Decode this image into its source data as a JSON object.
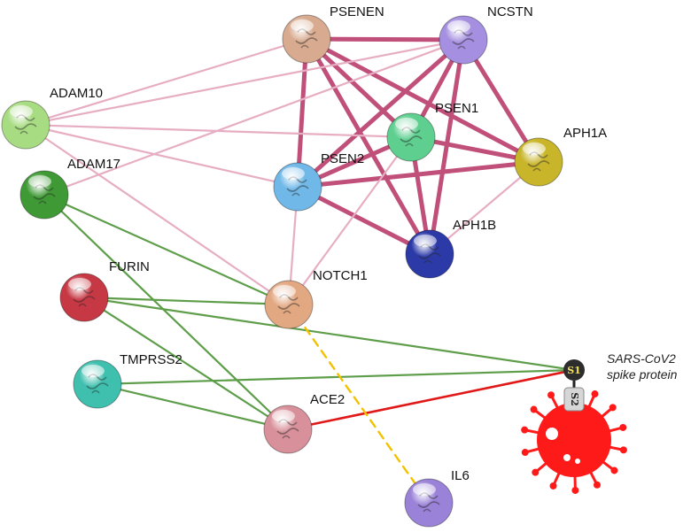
{
  "nodes": [
    {
      "id": "PSENEN",
      "label": "PSENEN",
      "color": "#d8aa8f"
    },
    {
      "id": "NCSTN",
      "label": "NCSTN",
      "color": "#a58fe0"
    },
    {
      "id": "ADAM10",
      "label": "ADAM10",
      "color": "#a8dc82"
    },
    {
      "id": "PSEN1",
      "label": "PSEN1",
      "color": "#5fcf90"
    },
    {
      "id": "APH1A",
      "label": "APH1A",
      "color": "#c8b52a"
    },
    {
      "id": "ADAM17",
      "label": "ADAM17",
      "color": "#3f9a35"
    },
    {
      "id": "PSEN2",
      "label": "PSEN2",
      "color": "#6fb8e8"
    },
    {
      "id": "APH1B",
      "label": "APH1B",
      "color": "#2c3aa8"
    },
    {
      "id": "FURIN",
      "label": "FURIN",
      "color": "#c63844"
    },
    {
      "id": "NOTCH1",
      "label": "NOTCH1",
      "color": "#e2a882"
    },
    {
      "id": "TMPRSS2",
      "label": "TMPRSS2",
      "color": "#3fbfae"
    },
    {
      "id": "ACE2",
      "label": "ACE2",
      "color": "#d8909a"
    },
    {
      "id": "IL6",
      "label": "IL6",
      "color": "#9a82d8"
    }
  ],
  "edges": [
    {
      "from": "PSENEN",
      "to": "NCSTN",
      "type": "strong"
    },
    {
      "from": "PSENEN",
      "to": "PSEN1",
      "type": "strong"
    },
    {
      "from": "PSENEN",
      "to": "APH1A",
      "type": "strong"
    },
    {
      "from": "PSENEN",
      "to": "PSEN2",
      "type": "strong"
    },
    {
      "from": "PSENEN",
      "to": "APH1B",
      "type": "strong"
    },
    {
      "from": "NCSTN",
      "to": "PSEN1",
      "type": "strong"
    },
    {
      "from": "NCSTN",
      "to": "APH1A",
      "type": "strong"
    },
    {
      "from": "NCSTN",
      "to": "PSEN2",
      "type": "strong"
    },
    {
      "from": "NCSTN",
      "to": "APH1B",
      "type": "strong"
    },
    {
      "from": "PSEN1",
      "to": "APH1A",
      "type": "strong"
    },
    {
      "from": "PSEN1",
      "to": "APH1B",
      "type": "strong"
    },
    {
      "from": "PSEN1",
      "to": "PSEN2",
      "type": "strong"
    },
    {
      "from": "APH1A",
      "to": "PSEN2",
      "type": "strong"
    },
    {
      "from": "PSEN2",
      "to": "APH1B",
      "type": "strong"
    },
    {
      "from": "APH1A",
      "to": "APH1B",
      "type": "weak"
    },
    {
      "from": "ADAM10",
      "to": "PSENEN",
      "type": "weak"
    },
    {
      "from": "ADAM10",
      "to": "NCSTN",
      "type": "weak"
    },
    {
      "from": "ADAM10",
      "to": "PSEN1",
      "type": "weak"
    },
    {
      "from": "ADAM10",
      "to": "PSEN2",
      "type": "weak"
    },
    {
      "from": "ADAM10",
      "to": "NOTCH1",
      "type": "weak"
    },
    {
      "from": "ADAM17",
      "to": "NCSTN",
      "type": "weak"
    },
    {
      "from": "NOTCH1",
      "to": "PSEN1",
      "type": "weak"
    },
    {
      "from": "NOTCH1",
      "to": "PSEN2",
      "type": "weak"
    },
    {
      "from": "ADAM17",
      "to": "NOTCH1",
      "type": "green"
    },
    {
      "from": "ADAM17",
      "to": "ACE2",
      "type": "green"
    },
    {
      "from": "FURIN",
      "to": "NOTCH1",
      "type": "green"
    },
    {
      "from": "FURIN",
      "to": "ACE2",
      "type": "green"
    },
    {
      "from": "FURIN",
      "to": "S1",
      "type": "green"
    },
    {
      "from": "TMPRSS2",
      "to": "S1",
      "type": "green"
    },
    {
      "from": "TMPRSS2",
      "to": "ACE2",
      "type": "green"
    },
    {
      "from": "ACE2",
      "to": "S1",
      "type": "red"
    },
    {
      "from": "NOTCH1",
      "to": "IL6",
      "type": "dashed"
    }
  ],
  "virus": {
    "label_line1": "SARS-CoV2",
    "label_line2": "spike protein",
    "s1_label": "S1",
    "s2_label": "S2",
    "color": "#ff1a1a"
  },
  "edge_colors": {
    "strong": "#c0507a",
    "weak": "#e7aec3",
    "green": "#5e9e4a",
    "red": "#e01818",
    "dashed": "#f2c200"
  }
}
